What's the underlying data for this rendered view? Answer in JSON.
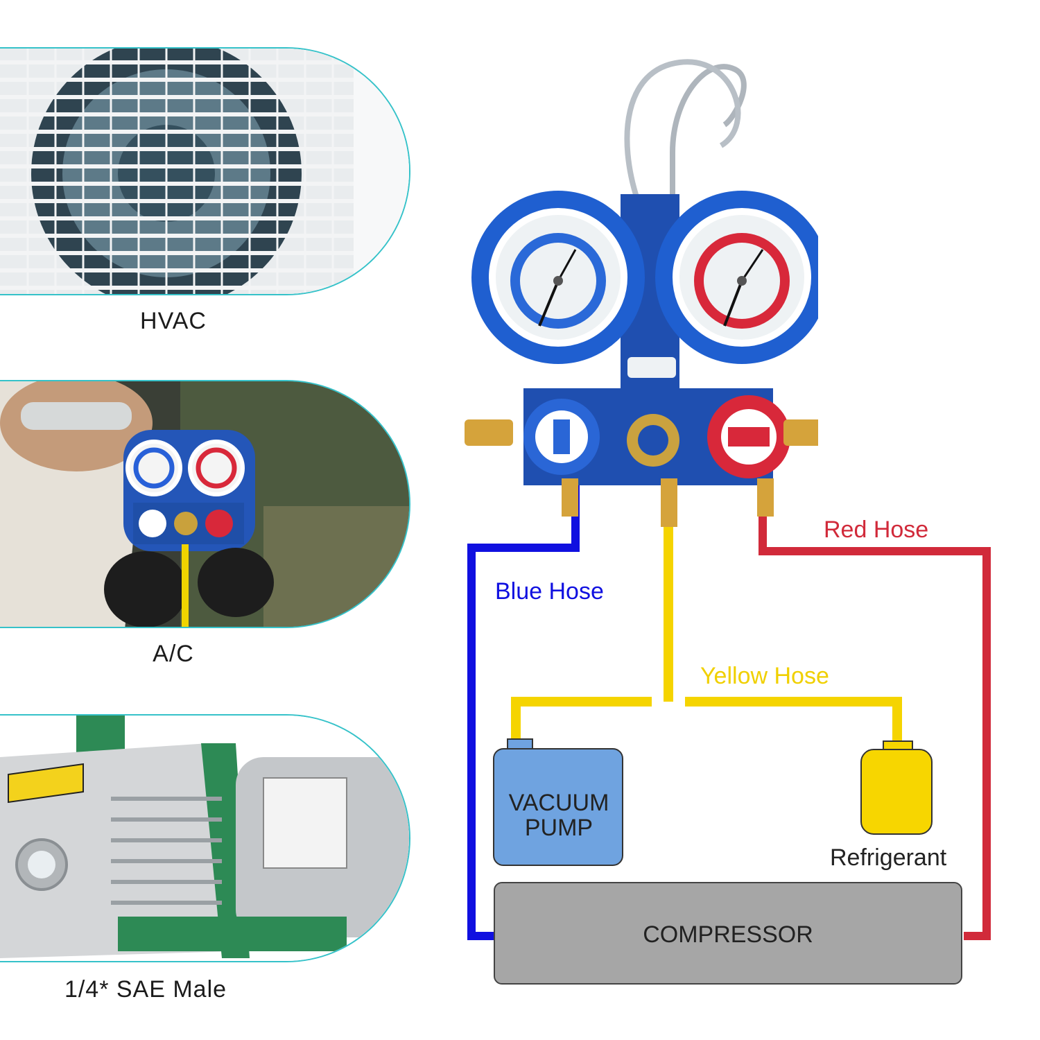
{
  "captions": {
    "hvac": "HVAC",
    "ac": "A/C",
    "pump": "1/4* SAE Male"
  },
  "diagram": {
    "blue_hose": "Blue Hose",
    "red_hose": "Red Hose",
    "yellow_hose": "Yellow Hose",
    "vacuum_pump": "VACUUM PUMP",
    "refrigerant": "Refrigerant",
    "compressor": "COMPRESSOR"
  },
  "colors": {
    "panel_border": "#35c2c9",
    "blue_hose": "#1010e0",
    "red_hose": "#d12a3a",
    "yellow_hose": "#f5d400",
    "vacuum_pump": "#6fa3e0",
    "refrigerant": "#f7d600",
    "compressor": "#a6a6a6"
  },
  "icons": [
    "hvac-unit-photo",
    "manifold-gauge-photo",
    "vacuum-pump-photo",
    "manifold-gauge-icon"
  ]
}
